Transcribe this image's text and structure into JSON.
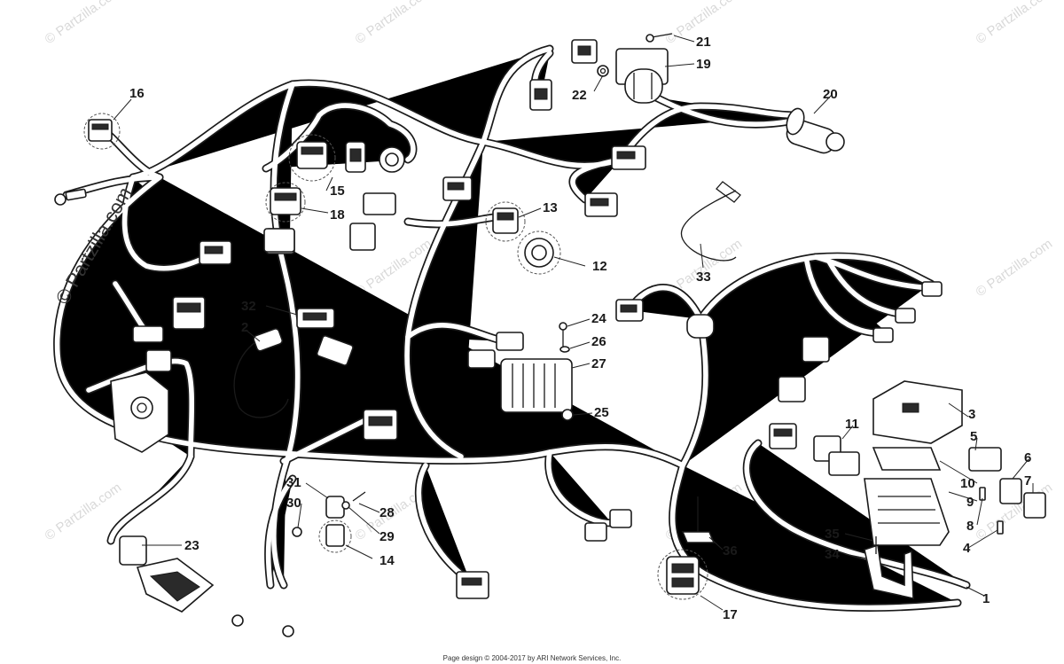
{
  "diagram": {
    "labels": [
      "1",
      "2",
      "3",
      "4",
      "5",
      "6",
      "7",
      "8",
      "9",
      "10",
      "11",
      "12",
      "13",
      "14",
      "15",
      "16",
      "17",
      "18",
      "19",
      "20",
      "21",
      "22",
      "23",
      "24",
      "25",
      "26",
      "27",
      "28",
      "29",
      "30",
      "31",
      "32",
      "33",
      "34",
      "35",
      "36"
    ],
    "watermark_side": "© Partzilla.com",
    "watermark_tile": "© Partzilla.com",
    "footer": "Page design © 2004-2017 by ARI Network Services, Inc."
  }
}
